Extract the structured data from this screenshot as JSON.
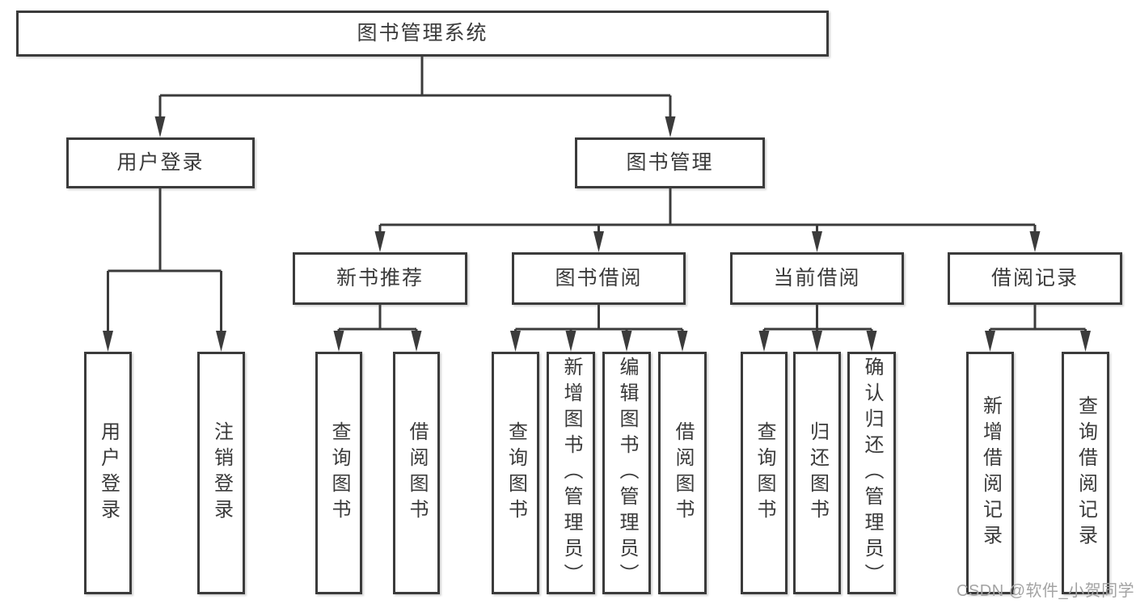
{
  "diagram": {
    "root_label": "图书管理系统",
    "branches": [
      {
        "label": "用户登录",
        "children": [
          "用户登录",
          "注销登录"
        ]
      },
      {
        "label": "图书管理",
        "children": [
          {
            "label": "新书推荐",
            "children": [
              "查询图书",
              "借阅图书"
            ]
          },
          {
            "label": "图书借阅",
            "children": [
              "查询图书",
              "新增图书（管理员）",
              "编辑图书（管理员）",
              "借阅图书"
            ]
          },
          {
            "label": "当前借阅",
            "children": [
              "查询图书",
              "归还图书",
              "确认归还（管理员）"
            ]
          },
          {
            "label": "借阅记录",
            "children": [
              "新增借阅记录",
              "查询借阅记录"
            ]
          }
        ]
      }
    ]
  },
  "watermark": {
    "text": "CSDN @软件_小贺同学"
  },
  "style": {
    "line_color": "#3b3b3b",
    "text_color": "#3a3a3a",
    "box_background": "#ffffff",
    "watermark_color": "#a3a3a3"
  }
}
